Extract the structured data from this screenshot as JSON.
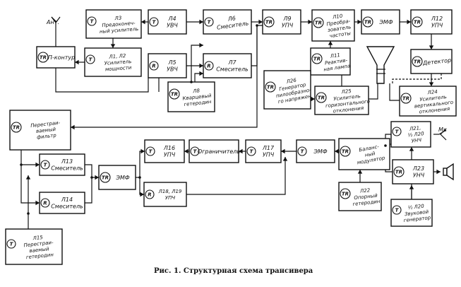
{
  "caption": "Рис. 1. Структурная схема трансивера",
  "labels": {
    "antenna": "Ант.",
    "microphone": "Мк"
  },
  "blocks": {
    "pi_circuit": {
      "badge": "TR",
      "lines": [
        "П-контур"
      ]
    },
    "l3": {
      "badge": "T",
      "lines": [
        "Л3",
        "Предоконеч-",
        "ный усилитель"
      ]
    },
    "l1l2": {
      "badge": "T",
      "lines": [
        "Л1, Л2",
        "Усилитель",
        "мощности"
      ]
    },
    "l4": {
      "badge": "T",
      "lines": [
        "Л4",
        "УВЧ"
      ]
    },
    "l5": {
      "badge": "R",
      "lines": [
        "Л5",
        "УВЧ"
      ]
    },
    "l6": {
      "badge": "T",
      "lines": [
        "Л6",
        "Смеситель"
      ]
    },
    "l7": {
      "badge": "R",
      "lines": [
        "Л7",
        "Смеситель"
      ]
    },
    "l8": {
      "badge": "TR",
      "lines": [
        "Л8",
        "Кварцевый",
        "гетеродин"
      ]
    },
    "l9": {
      "badge": "TR",
      "lines": [
        "Л9",
        "УПЧ"
      ]
    },
    "l10": {
      "badge": "TR",
      "lines": [
        "Л10",
        "Преобра-",
        "зователь",
        "частоты"
      ]
    },
    "emf_top": {
      "badge": "TR",
      "lines": [
        "ЭМФ"
      ]
    },
    "l12": {
      "badge": "TR",
      "lines": [
        "Л12",
        "УПЧ"
      ]
    },
    "l11": {
      "badge": "TR",
      "lines": [
        "Л11",
        "Реактив-",
        "ная лампа"
      ]
    },
    "detector": {
      "badge": "TR",
      "lines": [
        "Детектор"
      ]
    },
    "l26": {
      "badge": "TR",
      "lines": [
        "Л26",
        "Генератор",
        "пилообразно-",
        "го напряжен"
      ]
    },
    "l25": {
      "badge": "TR",
      "lines": [
        "Л25",
        "Усилитель",
        "горизонтального",
        "отклонения"
      ]
    },
    "l24": {
      "badge": "TR",
      "lines": [
        "Л24",
        "Усилитель",
        "вертикального",
        "отклонения"
      ]
    },
    "tunable_filter": {
      "badge": "TR",
      "lines": [
        "Перестраи-",
        "ваемый",
        "фильтр"
      ]
    },
    "l16": {
      "badge": "T",
      "lines": [
        "Л16",
        "УПЧ"
      ]
    },
    "limiter": {
      "badge": "T",
      "lines": [
        "Ограничитель"
      ]
    },
    "l17": {
      "badge": "T",
      "lines": [
        "Л17",
        "УПЧ"
      ]
    },
    "emf_mid": {
      "badge": "T",
      "lines": [
        "ЭМФ"
      ]
    },
    "balanced_mod": {
      "badge": "TR",
      "lines": [
        "Баланс-",
        "ный",
        "модулятор"
      ]
    },
    "l21": {
      "badge": "T",
      "lines": [
        "Л21,",
        "½ Л20",
        "УНЧ"
      ]
    },
    "l23": {
      "badge": "TR",
      "lines": [
        "Л23",
        "УНЧ"
      ]
    },
    "l13": {
      "badge": "T",
      "lines": [
        "Л13",
        "Смеситель"
      ]
    },
    "l14": {
      "badge": "R",
      "lines": [
        "Л14",
        "Смеситель"
      ]
    },
    "emf_low": {
      "badge": "TR",
      "lines": [
        "ЭМФ"
      ]
    },
    "l18l19": {
      "badge": "R",
      "lines": [
        "Л18, Л19",
        "УПЧ"
      ]
    },
    "l22": {
      "badge": "TR",
      "lines": [
        "Л22",
        "Опорный",
        "гетеродин"
      ]
    },
    "l15": {
      "badge": "T",
      "lines": [
        "Л15",
        "Перестраи-",
        "ваемый",
        "гетеродин"
      ]
    },
    "audio_gen": {
      "badge": "T",
      "lines": [
        "½ Л20",
        "Звуковой",
        "генератор"
      ]
    }
  }
}
